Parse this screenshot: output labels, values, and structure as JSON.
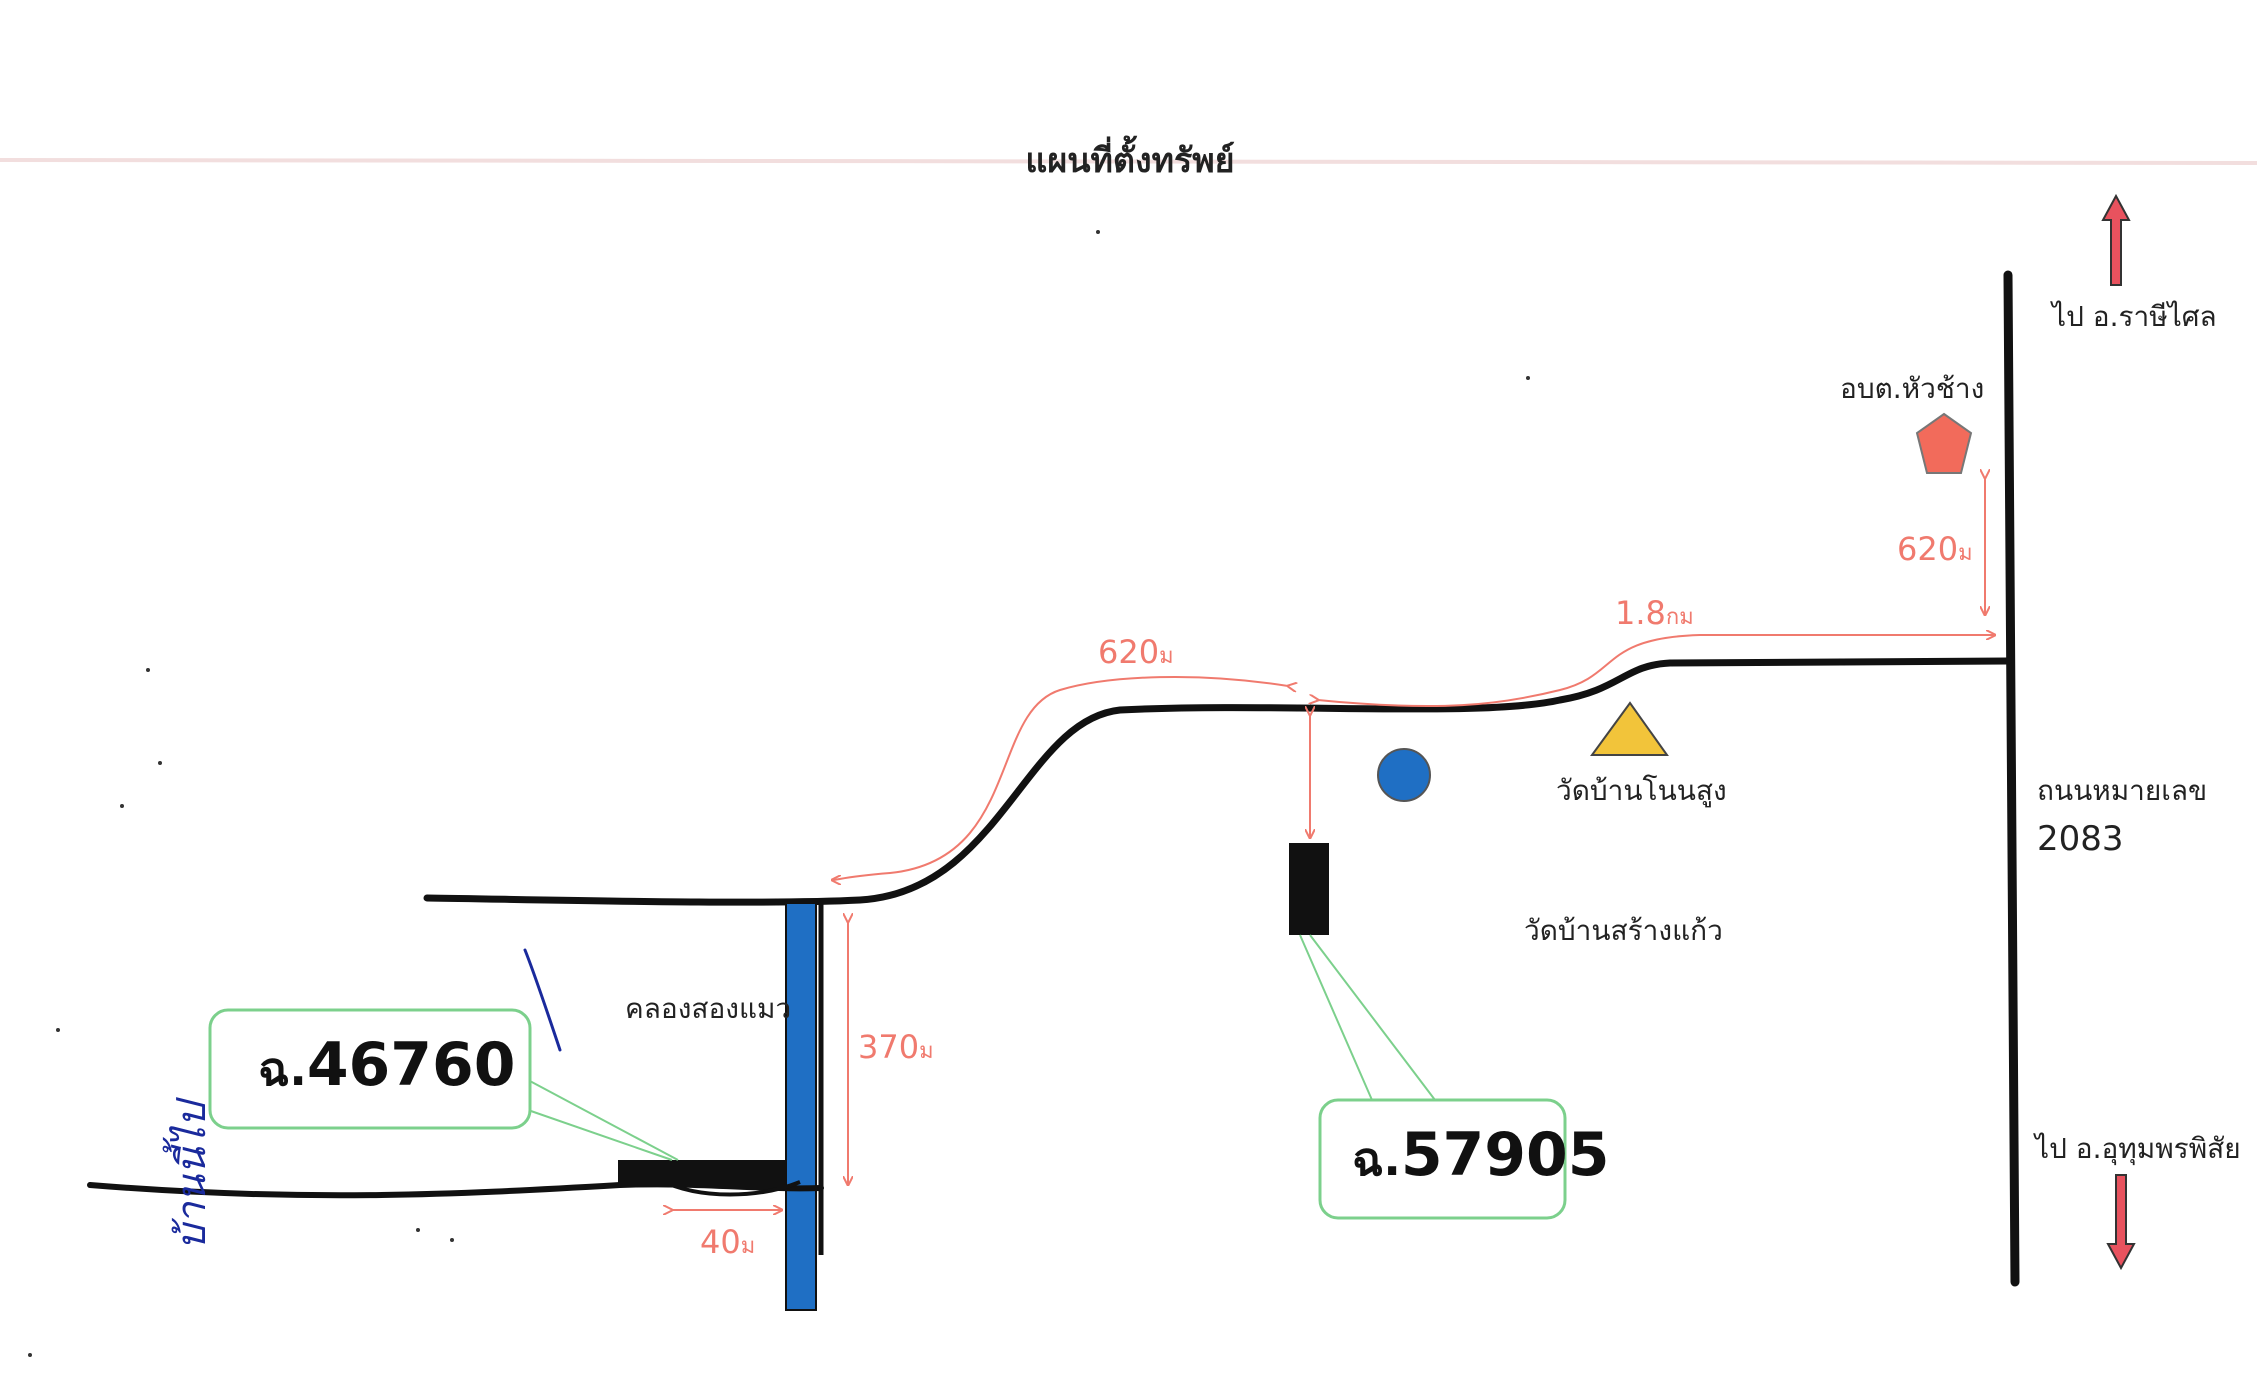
{
  "title": "แผนที่ตั้งทรัพย์",
  "directions": {
    "north": "ไป อ.ราษีไศล",
    "south": "ไป อ.อุทุมพรพิสัย"
  },
  "landmarks": {
    "sao_office": "อบต.หัวช้าง",
    "temple_non_sung": "วัดบ้านโนนสูง",
    "temple_sang_kaeo": "วัดบ้านสร้างแก้ว",
    "canal": "คลองสองแมว"
  },
  "highway": {
    "label": "ถนนหมายเลข",
    "number": "2083"
  },
  "distances": {
    "to_sao": {
      "value": "620",
      "unit": "ม"
    },
    "along_highway": {
      "value": "1.8",
      "unit": "กม"
    },
    "curve": {
      "value": "620",
      "unit": "ม"
    },
    "canal_south": {
      "value": "370",
      "unit": "ม"
    },
    "to_parcel": {
      "value": "40",
      "unit": "ม"
    }
  },
  "parcels": [
    {
      "prefix": "ฉ.",
      "number": "46760"
    },
    {
      "prefix": "ฉ.",
      "number": "57905"
    }
  ],
  "handwritten_note": "บ้านนี้ไป",
  "colors": {
    "road": "#111111",
    "canal": "#1f6fc4",
    "distance": "#f07a6e",
    "callout_border": "#7cd08c",
    "sao_marker": "#f26b5b",
    "temple_triangle": "#f2c43a",
    "temple_circle": "#1f6fc4",
    "direction_arrow": "#e8525e"
  }
}
